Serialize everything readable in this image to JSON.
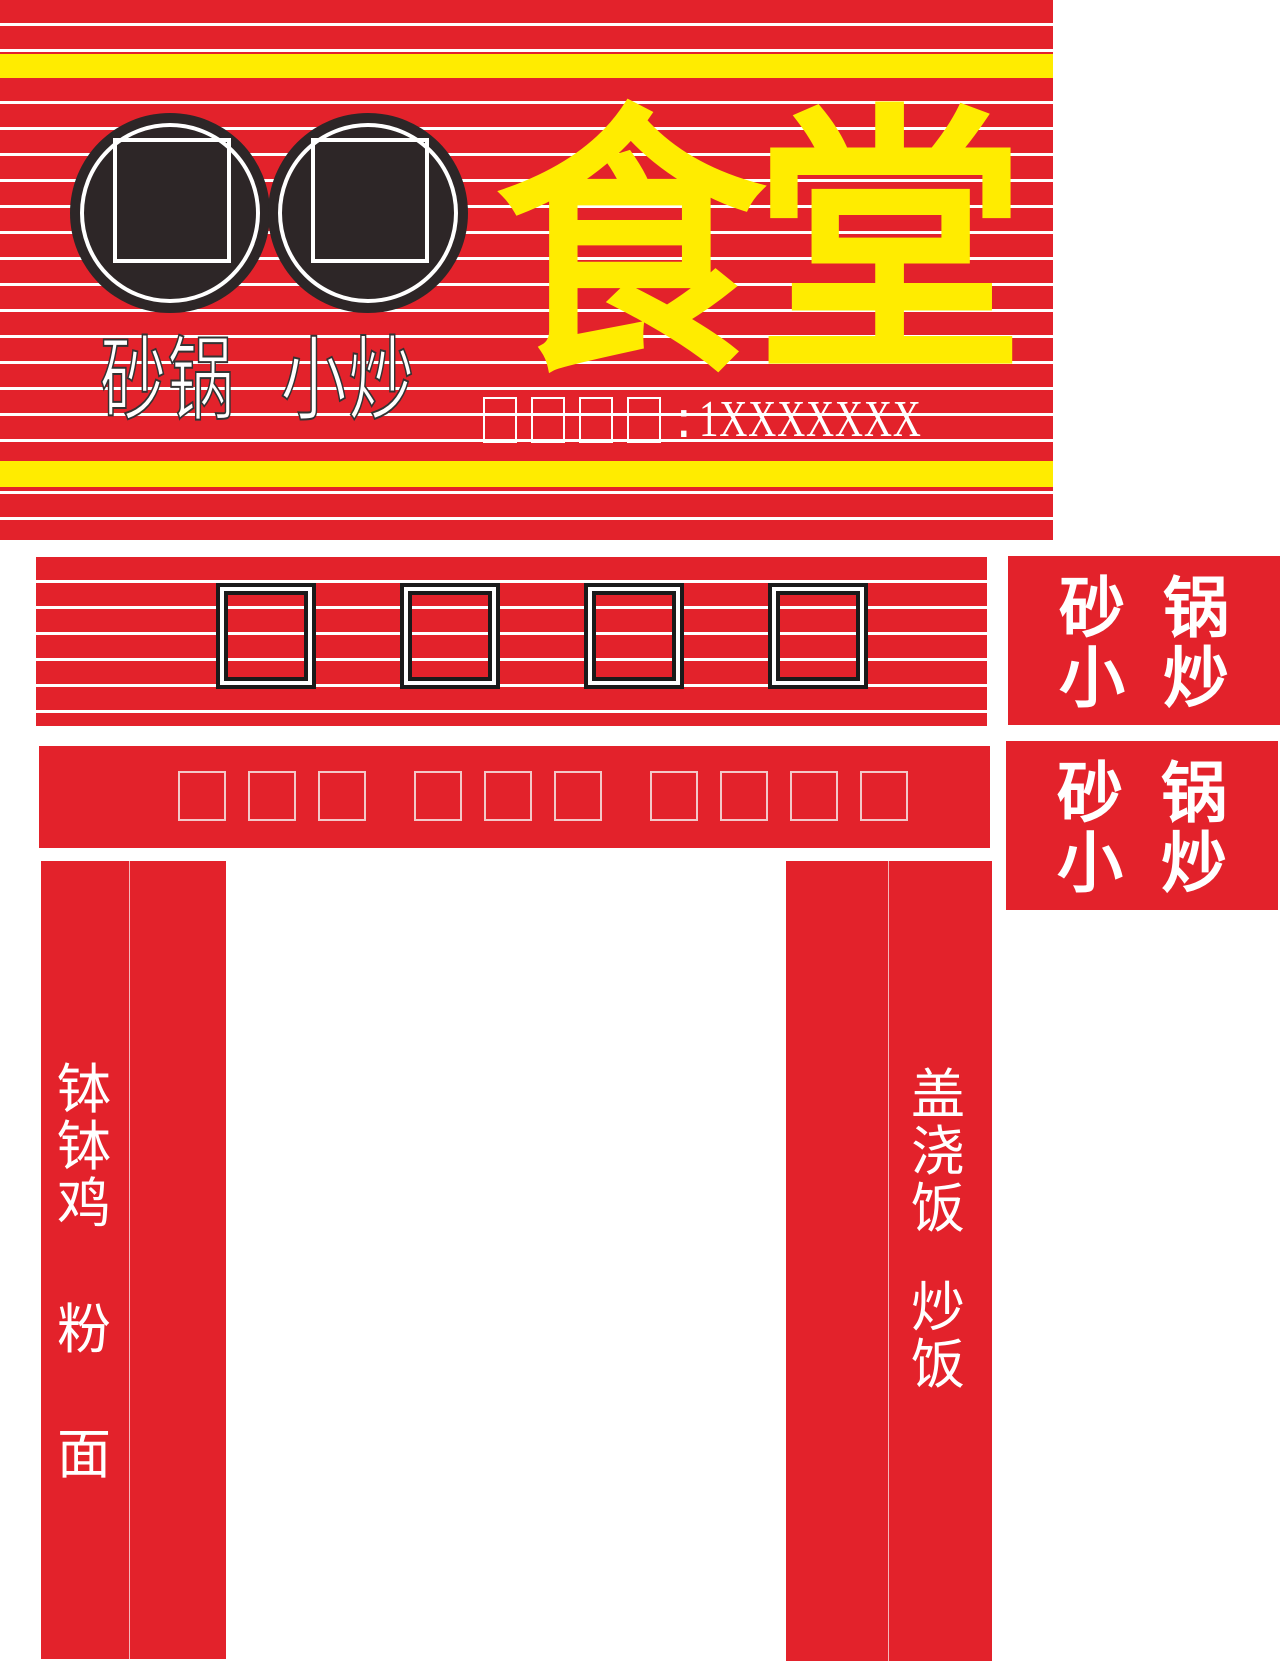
{
  "colors": {
    "red": "#E3222B",
    "yellow": "#FFEC00",
    "dark": "#2D2627",
    "white": "#FFFFFF"
  },
  "main_sign": {
    "title": "食堂",
    "title_chars": [
      "食",
      "堂"
    ],
    "subtitle": "砂锅 小炒",
    "subtitle_words": [
      "砂锅",
      "小炒"
    ],
    "phone_label_glyphs": [
      "□",
      "□",
      "□",
      "□"
    ],
    "phone_separator": ":",
    "phone_number": "1XXXXXXX",
    "phone_full": "□□□□:1XXXXXXX",
    "pot_icons": [
      "pot-icon",
      "pot-icon"
    ]
  },
  "band_1": {
    "glyphs": [
      "□",
      "□",
      "□",
      "□"
    ]
  },
  "band_2": {
    "groups": [
      [
        "□",
        "□",
        "□"
      ],
      [
        "□",
        "□",
        "□"
      ],
      [
        "□",
        "□",
        "□",
        "□"
      ]
    ]
  },
  "side_panels": [
    {
      "row1": [
        "砂",
        "锅"
      ],
      "row2": [
        "小",
        "炒"
      ]
    },
    {
      "row1": [
        "砂",
        "锅"
      ],
      "row2": [
        "小",
        "炒"
      ]
    }
  ],
  "left_pillar": {
    "lines": [
      [
        "钵",
        "钵",
        "鸡"
      ],
      [
        "粉"
      ],
      [
        "面"
      ]
    ],
    "label": "钵钵鸡 粉 面"
  },
  "right_pillar": {
    "lines": [
      [
        "盖",
        "浇",
        "饭"
      ],
      [
        "炒",
        "饭"
      ]
    ],
    "label": "盖浇饭 炒饭"
  }
}
